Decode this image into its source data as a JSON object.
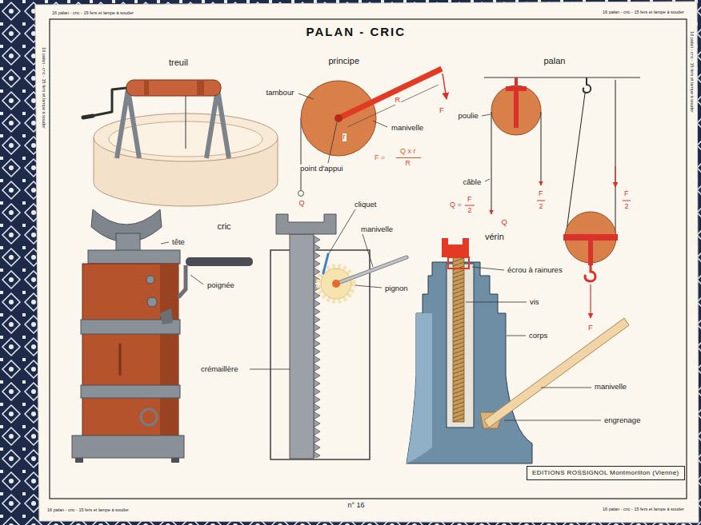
{
  "diagram": {
    "title": "PALAN - CRIC",
    "nodes": [
      {
        "text": [
          "EDITIONS ROSSIGNOL Montmorillon (Vienne)"
        ]
      }
    ],
    "labels": [
      "16 palan - cric - 15 fers et lampe à souder",
      "16 palan - cric - 15 fers et lampe à souder",
      "16 palan - cric - 15 fers et lampe à souder",
      "16 palan - cric - 15 fers et lampe à souder",
      "16 palan - cric - 15 fers et lampe à souder",
      "16 palan - cric - 15 fers et lampe à souder",
      "treuil",
      "principe",
      "palan",
      "tambour",
      "manivelle",
      "point d'appui",
      "R",
      "r",
      "F",
      "F =",
      "Q x r",
      "R",
      "Q",
      "poulie",
      "câble",
      "Q =",
      "F",
      "2",
      "Q",
      "F",
      "2",
      "F",
      "2",
      "cric",
      "vérin",
      "F",
      "tête",
      "poignée",
      "crémaillère",
      "cliquet",
      "manivelle",
      "pignon",
      "écrou à rainures",
      "vis",
      "corps",
      "manivelle",
      "engrenage",
      "n° 16"
    ]
  }
}
